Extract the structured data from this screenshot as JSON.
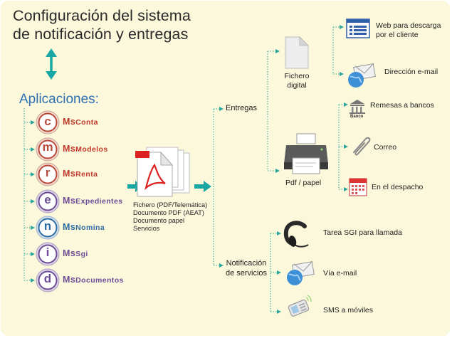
{
  "title": {
    "line1": "Configuración del sistema",
    "line2": "de notificación y entregas"
  },
  "applications": {
    "heading": "Aplicaciones:",
    "items": [
      {
        "letter": "c",
        "prefix": "Ms",
        "suffix": "Conta",
        "color": "#c0392b"
      },
      {
        "letter": "m",
        "prefix": "Ms",
        "suffix": "Modelos",
        "color": "#c0392b"
      },
      {
        "letter": "r",
        "prefix": "Ms",
        "suffix": "Renta",
        "color": "#c0392b"
      },
      {
        "letter": "e",
        "prefix": "Ms",
        "suffix": "Expedientes",
        "color": "#6d4c95"
      },
      {
        "letter": "n",
        "prefix": "Ms",
        "suffix": "Nomina",
        "color": "#2e6da4"
      },
      {
        "letter": "i",
        "prefix": "Ms",
        "suffix": "Sgi",
        "color": "#6d4c95"
      },
      {
        "letter": "d",
        "prefix": "Ms",
        "suffix": "Documentos",
        "color": "#6d4c95"
      }
    ]
  },
  "documents": {
    "lines": [
      "Fichero (PDF/Telemática)",
      "Documento PDF (AEAT)",
      "Documento papel",
      "Servicios"
    ]
  },
  "branches": {
    "entregas": "Entregas",
    "notificacion_line1": "Notificación",
    "notificacion_line2": "de servicios"
  },
  "entregas": {
    "fichero_line1": "Fichero",
    "fichero_line2": "digital",
    "pdf_papel": "Pdf / papel"
  },
  "outputs": {
    "web_line1": "Web para descarga",
    "web_line2": "por el cliente",
    "direccion_email": "Dirección e-mail",
    "remesas": "Remesas a bancos",
    "banco": "Banco",
    "correo": "Correo",
    "despacho": "En el despacho",
    "tarea_sgi": "Tarea SGI para llamada",
    "via_email": "Vía e-mail",
    "sms": "SMS a móviles"
  },
  "colors": {
    "accent_teal": "#1aa7a4",
    "dotted_line": "#2aa79a",
    "heading_blue": "#2f6fb2",
    "background": "#fbf8dc"
  },
  "icons": [
    "double-arrow-icon",
    "pdf-documents-icon",
    "file-icon",
    "printer-icon",
    "web-form-icon",
    "email-globe-icon",
    "bank-icon",
    "paperclip-icon",
    "calendar-icon",
    "headset-icon",
    "mobile-phone-icon"
  ]
}
